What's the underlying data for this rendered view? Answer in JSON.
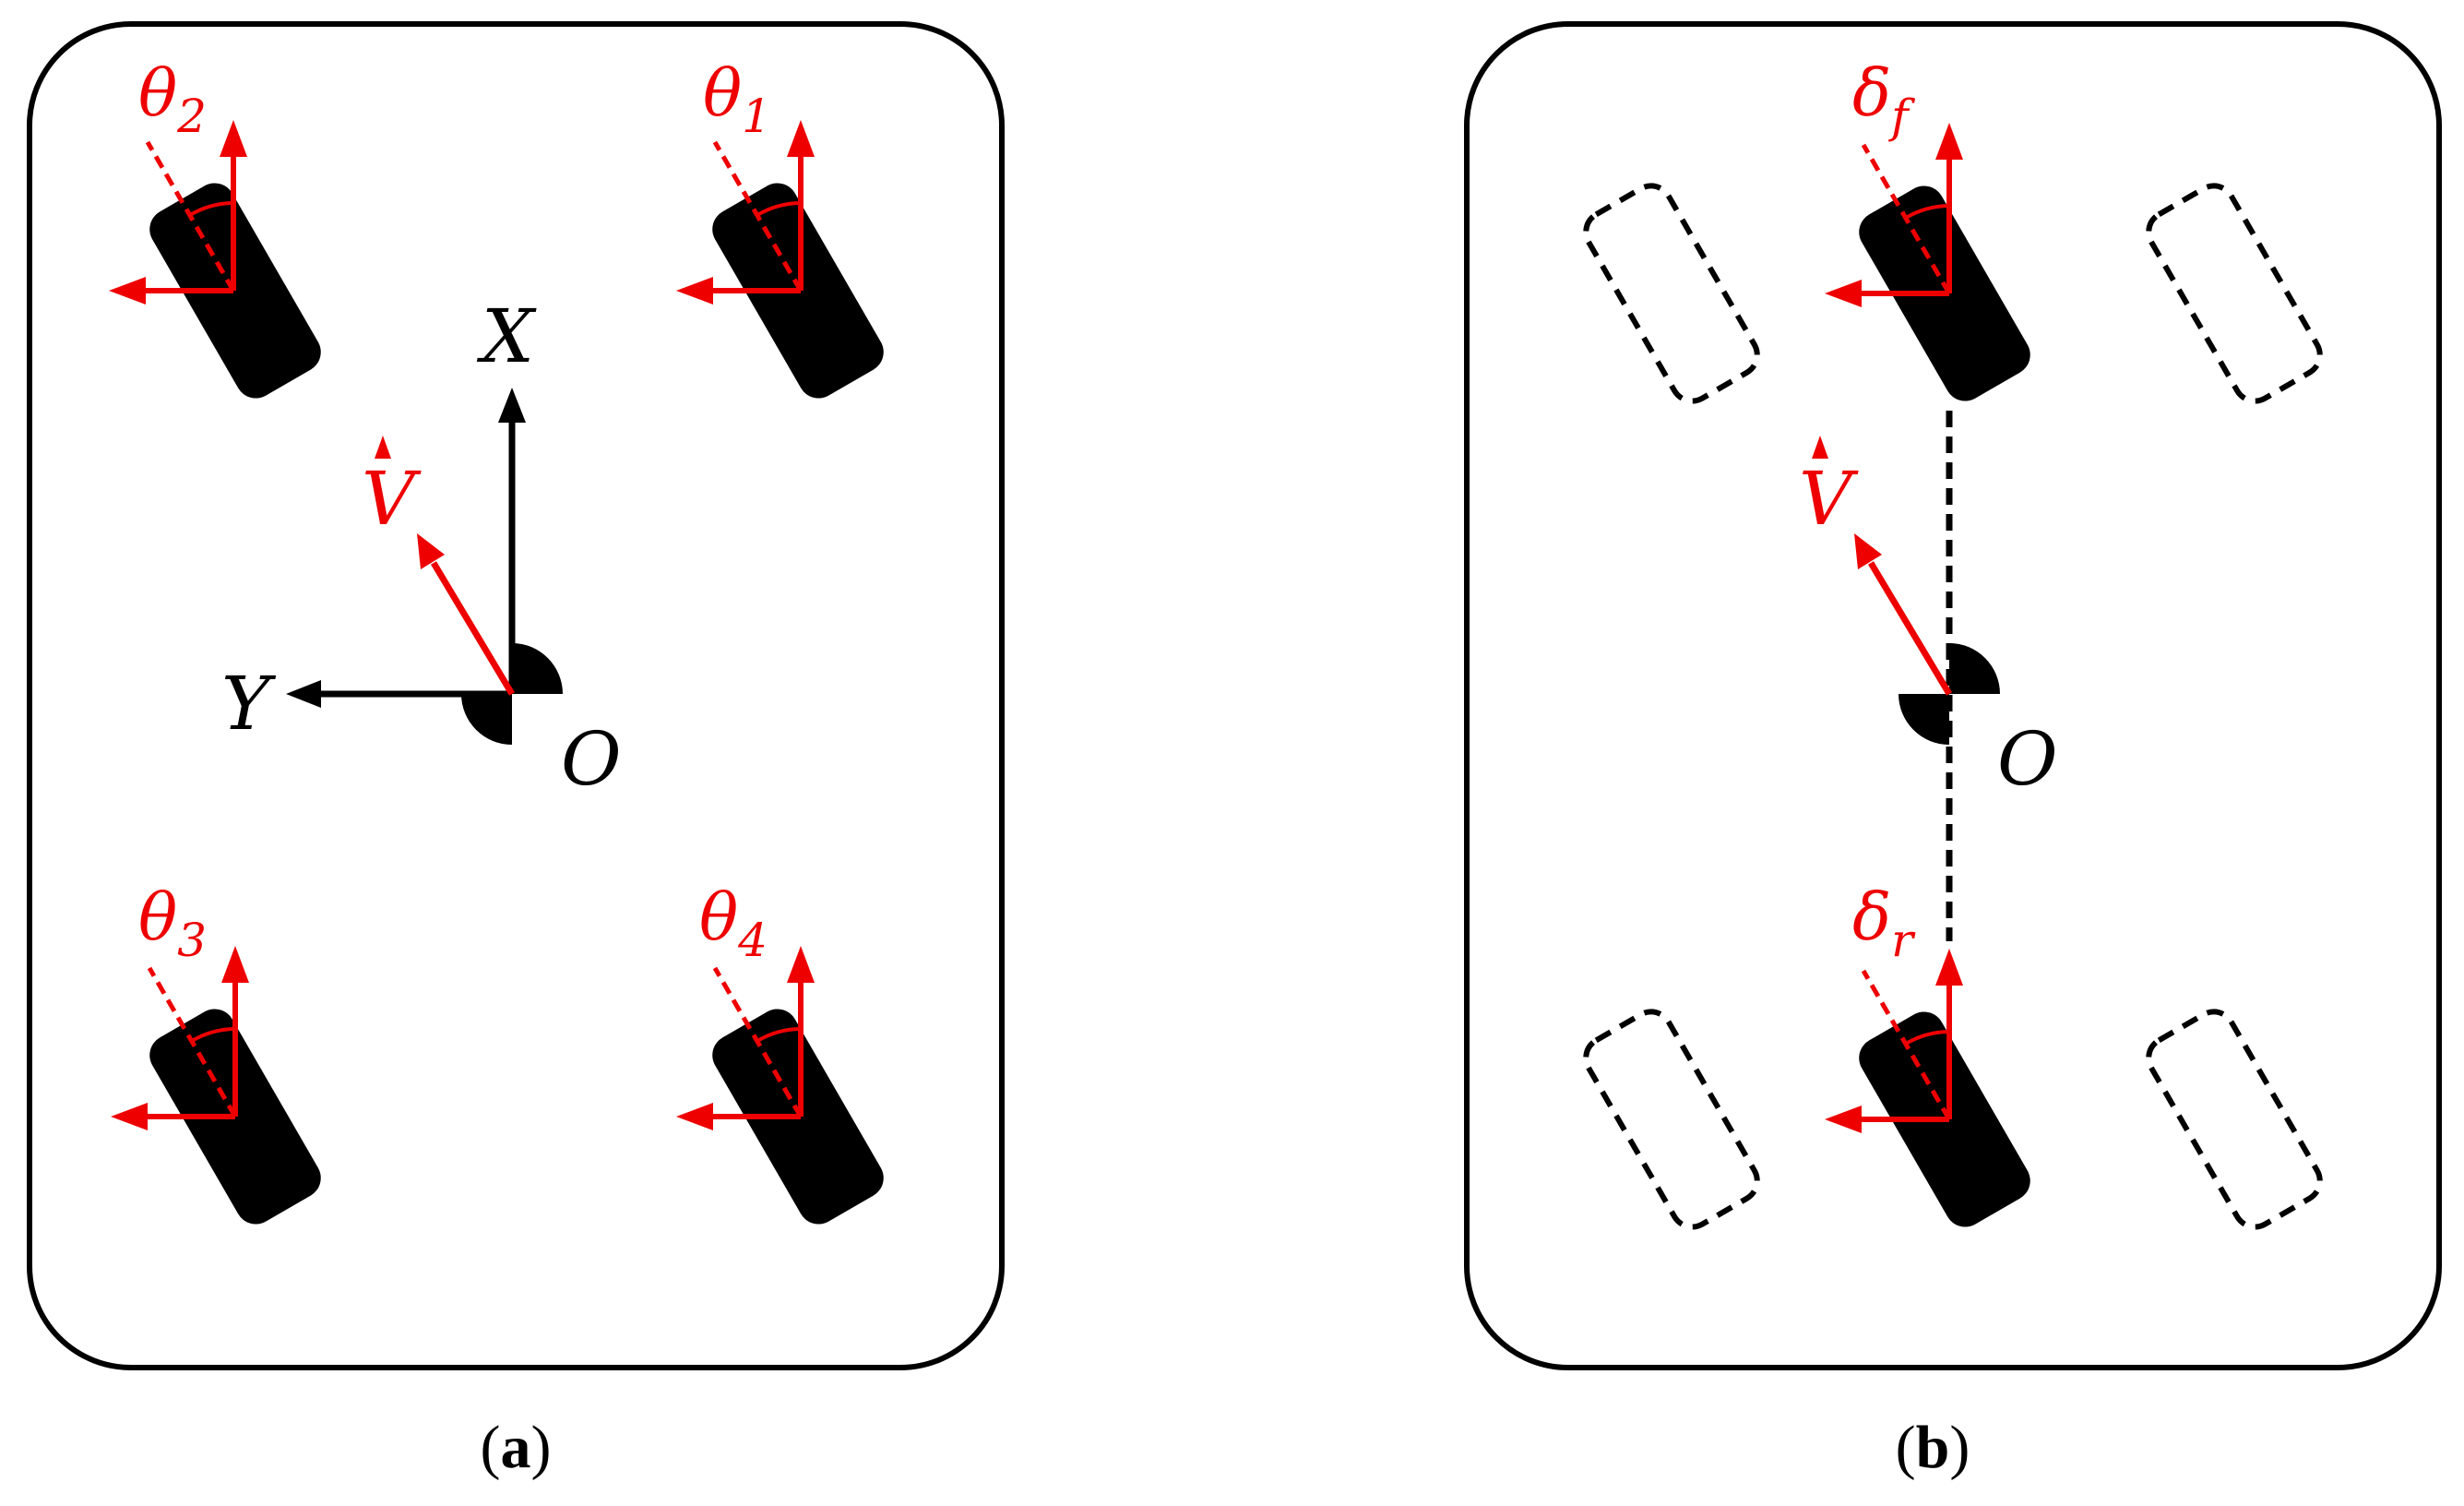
{
  "colors": {
    "accent": "#ee0000",
    "ink": "#000000",
    "background": "#ffffff"
  },
  "panel_a": {
    "caption_open": "(",
    "caption_letter": "a",
    "caption_close": ")",
    "axis_x": "X",
    "axis_y": "Y",
    "origin": "O",
    "velocity": "V",
    "wheels": [
      {
        "id": "1",
        "base": "θ",
        "sub": "1"
      },
      {
        "id": "2",
        "base": "θ",
        "sub": "2"
      },
      {
        "id": "3",
        "base": "θ",
        "sub": "3"
      },
      {
        "id": "4",
        "base": "θ",
        "sub": "4"
      }
    ]
  },
  "panel_b": {
    "caption_open": "(",
    "caption_letter": "b",
    "caption_close": ")",
    "origin": "O",
    "velocity": "V",
    "front": {
      "base": "δ",
      "sub": "f"
    },
    "rear": {
      "base": "δ",
      "sub": "r"
    }
  }
}
